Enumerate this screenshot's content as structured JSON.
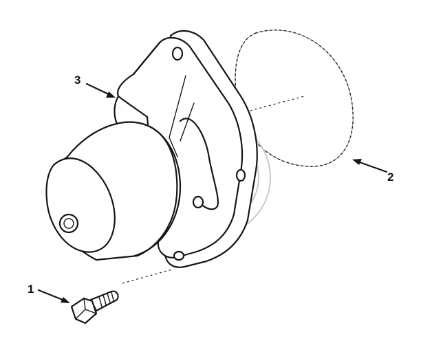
{
  "callouts": [
    {
      "id": "bolt",
      "label": "1"
    },
    {
      "id": "gasket",
      "label": "2"
    },
    {
      "id": "water-pump",
      "label": "3"
    }
  ],
  "colors": {
    "line": "#151515",
    "watermark": "#c9c9c9",
    "background": "#ffffff"
  }
}
